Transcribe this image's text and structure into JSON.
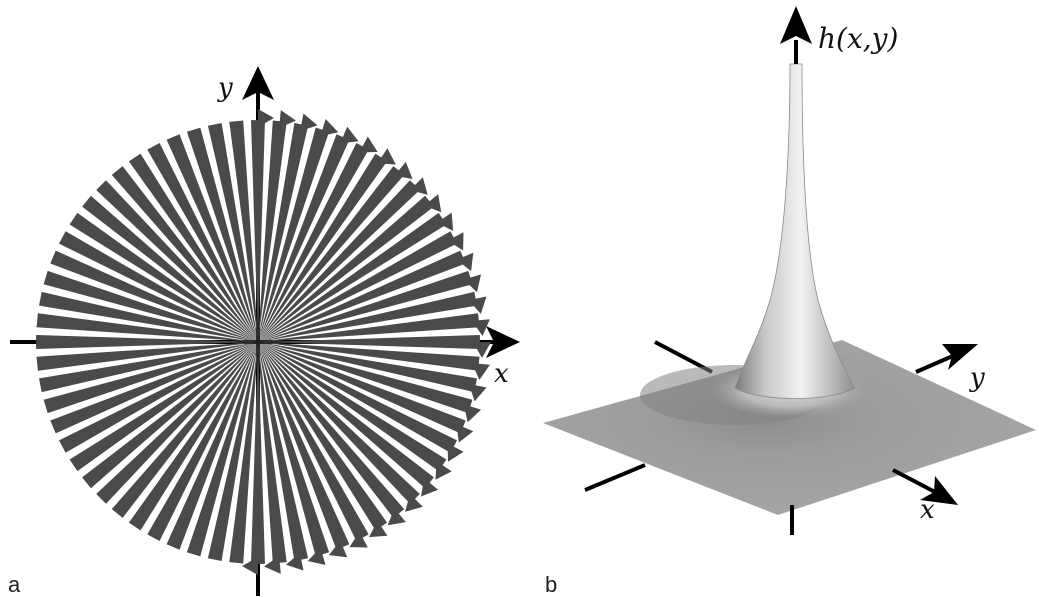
{
  "panel_a": {
    "letter": "a",
    "x_axis_label": "x",
    "y_axis_label": "y",
    "spoke_count": 64,
    "spoke_color": "#4a4a4a"
  },
  "panel_b": {
    "letter": "b",
    "z_axis_label": "h(x,y)",
    "x_axis_label": "x",
    "y_axis_label": "y",
    "surface_color": "#a9a9a9"
  }
}
